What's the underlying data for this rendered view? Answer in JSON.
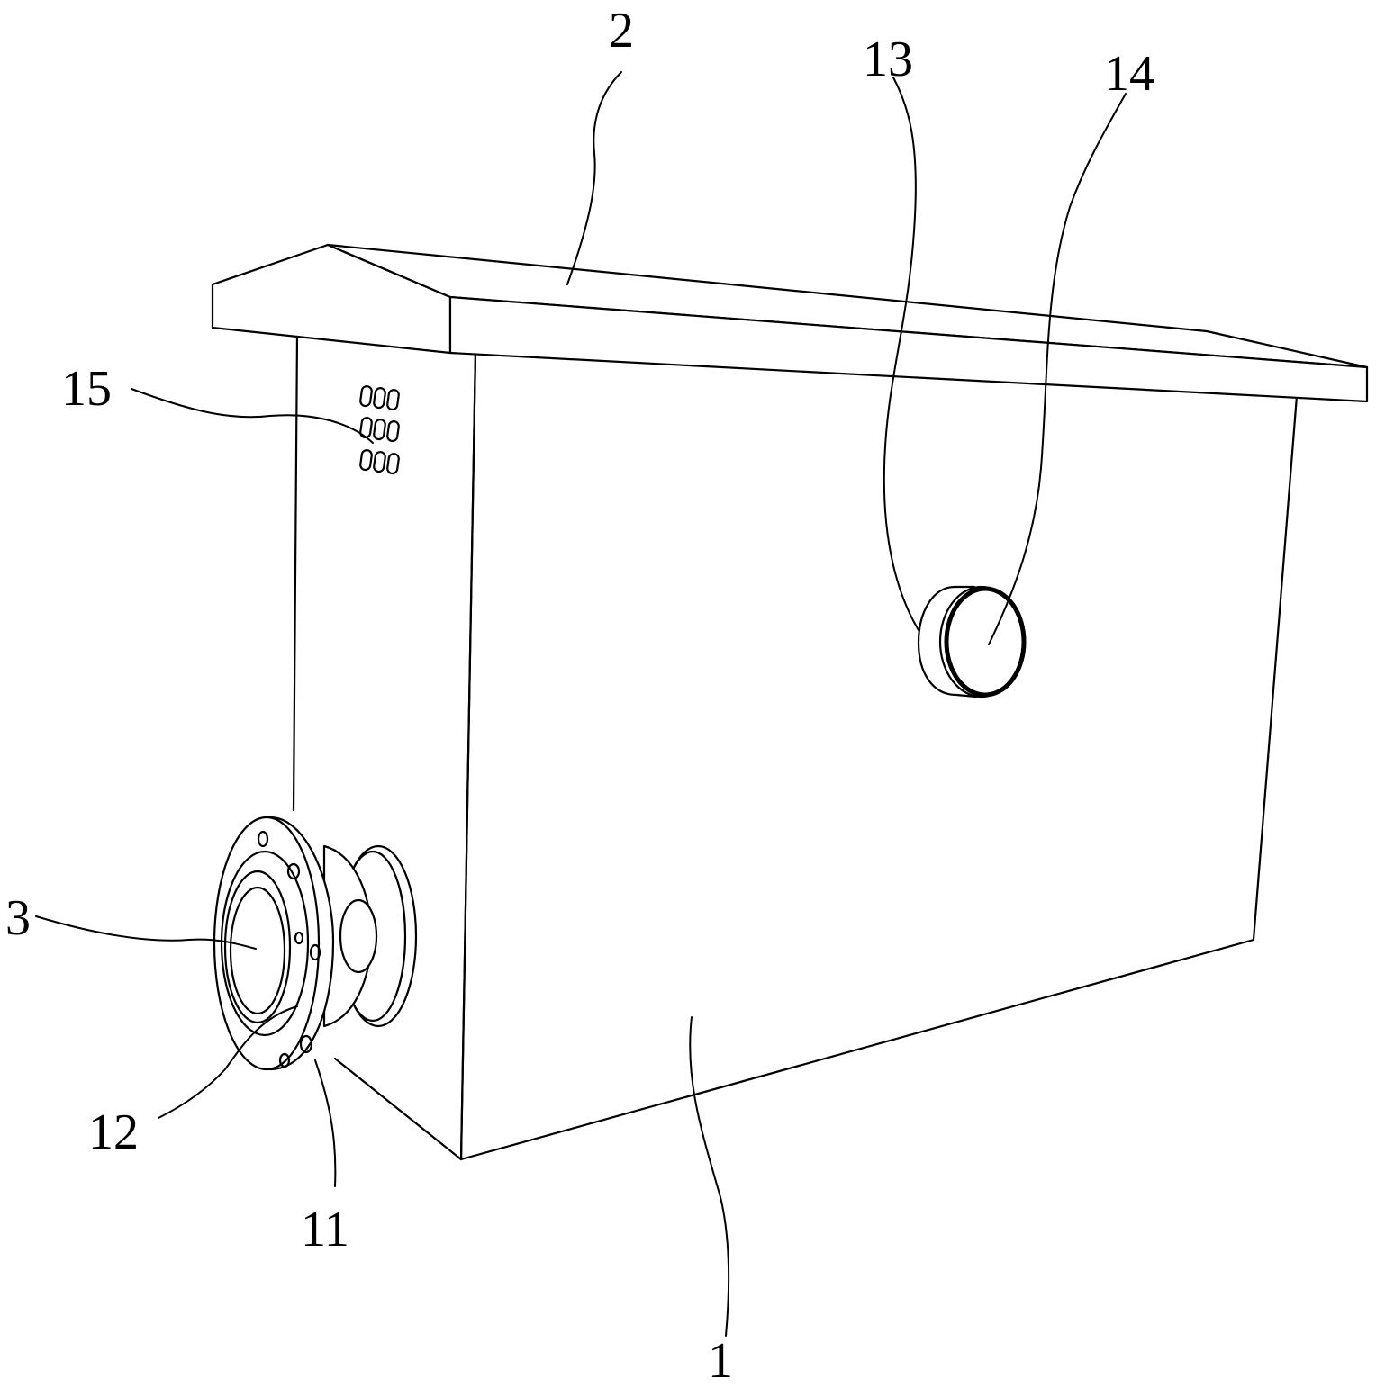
{
  "figure": {
    "callouts": [
      {
        "id": "box-body",
        "text": "1"
      },
      {
        "id": "roof",
        "text": "2"
      },
      {
        "id": "flange-pipe",
        "text": "3"
      },
      {
        "id": "flange",
        "text": "11"
      },
      {
        "id": "flange-ring",
        "text": "12"
      },
      {
        "id": "window-frame",
        "text": "13"
      },
      {
        "id": "window",
        "text": "14"
      },
      {
        "id": "vent-slots",
        "text": "15"
      }
    ]
  }
}
